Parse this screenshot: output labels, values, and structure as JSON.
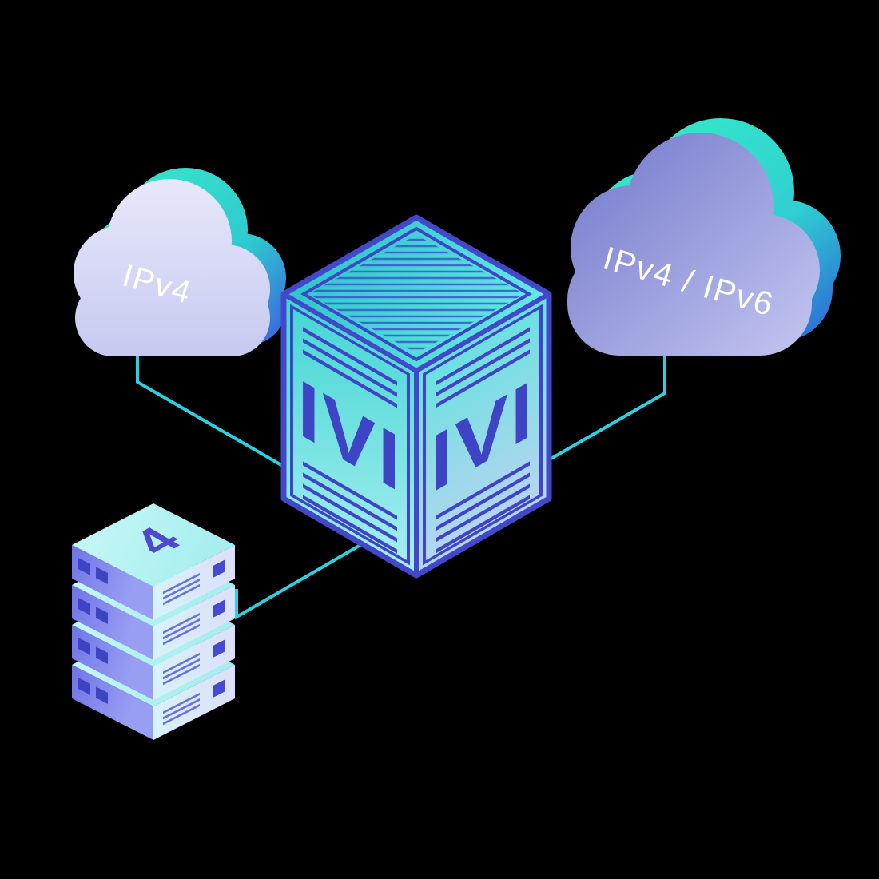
{
  "illustration": {
    "background_color": "#000000",
    "kind": "isometric network translation diagram"
  },
  "diagram": {
    "nodes": [
      {
        "id": "cloud-ipv4",
        "kind": "cloud",
        "label": "IPv4"
      },
      {
        "id": "cloud-ipv4-ipv6",
        "kind": "cloud",
        "label": "IPv4 / IPv6"
      },
      {
        "id": "ivi-gateway",
        "kind": "isometric-cube",
        "left_face_label": "IVI",
        "right_face_label": "IVI"
      },
      {
        "id": "server-stack",
        "kind": "server-rack",
        "top_label": "4",
        "units": 4
      }
    ],
    "edges": [
      {
        "from": "cloud-ipv4",
        "to": "ivi-gateway"
      },
      {
        "from": "cloud-ipv4-ipv6",
        "to": "ivi-gateway"
      },
      {
        "from": "server-stack",
        "to": "ivi-gateway"
      }
    ]
  },
  "colors": {
    "connector": "#2bd1e2",
    "teal_accent": "#35e4c6",
    "blue_accent": "#2e4fd8",
    "indigo_edge": "#4347c9",
    "indigo_text": "#3f43c5",
    "cloud_left_body": "#dcddf5",
    "cloud_right_body_dark": "#7d82d0",
    "cloud_right_body_light": "#c3c6f0",
    "cube_face_teal": "#41d6d2",
    "rack_side_purple": "#666be4",
    "rack_face_light": "#d7f3fc",
    "label_white": "#ffffff"
  }
}
